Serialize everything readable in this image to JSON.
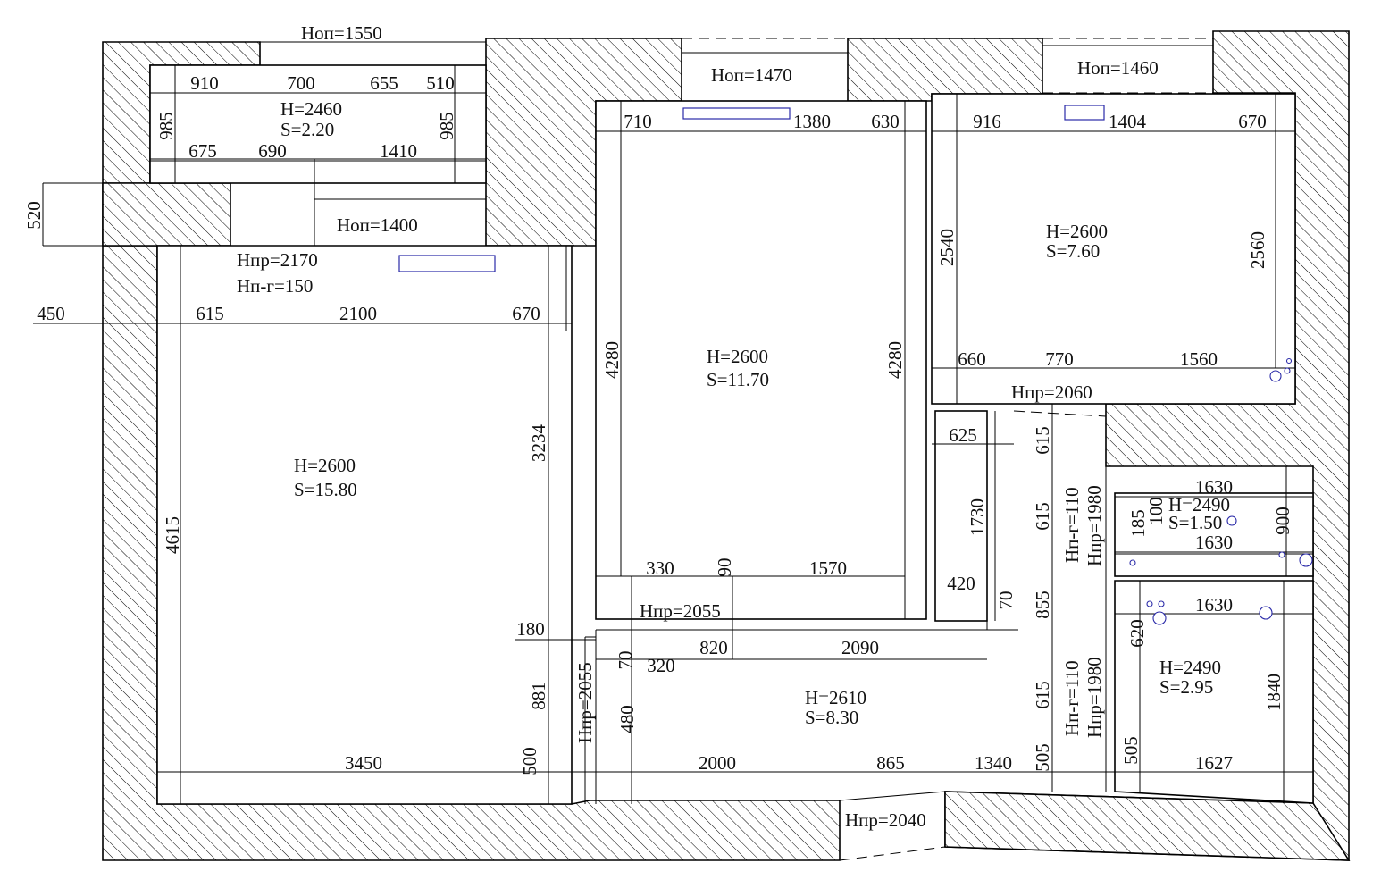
{
  "rooms": [
    {
      "h": "H=2460",
      "s": "S=2.20"
    },
    {
      "h": "H=2600",
      "s": "S=11.70"
    },
    {
      "h": "H=2600",
      "s": "S=7.60"
    },
    {
      "h": "H=2600",
      "s": "S=15.80"
    },
    {
      "h": "H=2490",
      "s": "S=1.50"
    },
    {
      "h": "H=2490",
      "s": "S=2.95"
    },
    {
      "h": "H=2610",
      "s": "S=8.30"
    }
  ],
  "window_heights": [
    "Нoп=1550",
    "Нoп=1470",
    "Нoп=1460",
    "Нoп=1400"
  ],
  "door_heights": [
    "Нпр=2170",
    "Нпр=2060",
    "Нпр=2055",
    "Нпр=2055",
    "Нпр=2040",
    "Нпр=1980",
    "Нпр=1980"
  ],
  "threshold_heights": [
    "Нп-г=150",
    "Нп-г=110",
    "Нп-г=110"
  ],
  "dimensions_horizontal": [
    "910",
    "700",
    "655",
    "510",
    "675",
    "690",
    "1410",
    "710",
    "1380",
    "630",
    "916",
    "1404",
    "670",
    "450",
    "615",
    "2100",
    "670",
    "660",
    "770",
    "1560",
    "625",
    "1630",
    "1630",
    "1630",
    "330",
    "1570",
    "420",
    "180",
    "820",
    "2090",
    "320",
    "3450",
    "2000",
    "865",
    "1340",
    "1627"
  ],
  "dimensions_vertical": [
    "985",
    "985",
    "520",
    "2540",
    "2560",
    "4280",
    "4280",
    "3234",
    "4615",
    "615",
    "615",
    "1730",
    "90",
    "70",
    "185",
    "100",
    "900",
    "855",
    "620",
    "70",
    "615",
    "1840",
    "881",
    "480",
    "500",
    "505",
    "505"
  ],
  "colors": {
    "wall_outline": "#000000",
    "hatch": "#000000",
    "fixture": "#2a2aa8"
  }
}
